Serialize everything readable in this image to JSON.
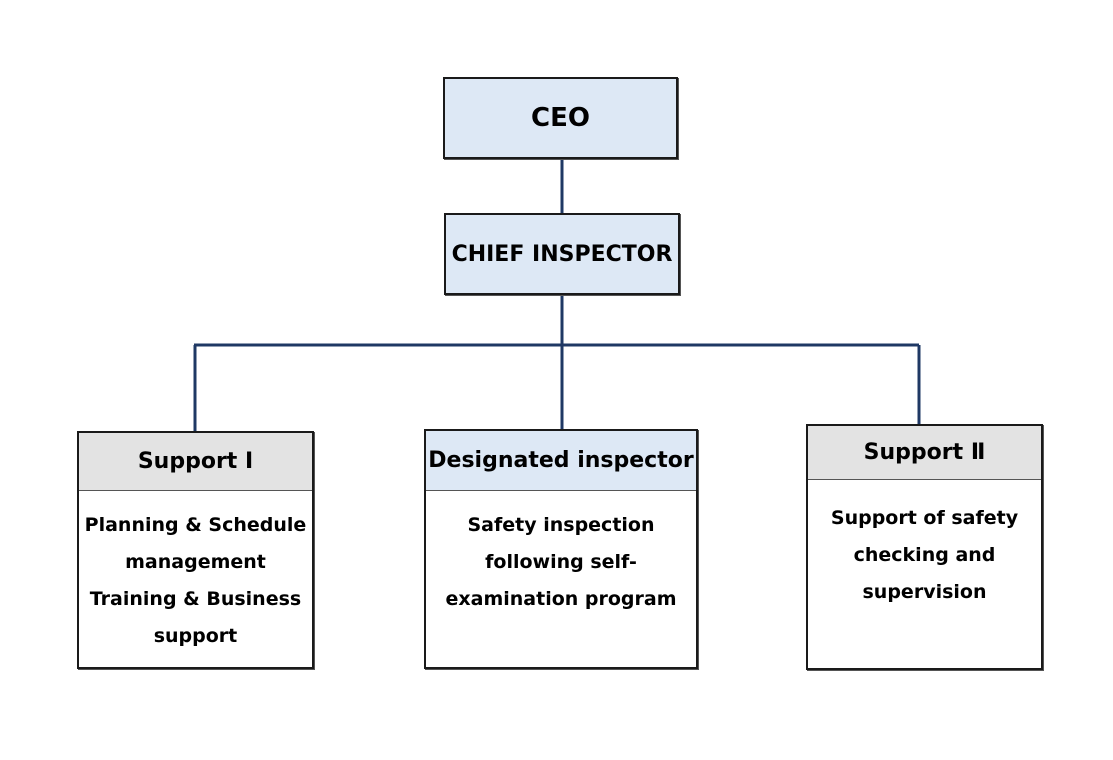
{
  "chart": {
    "ceo": "CEO",
    "chief": "CHIEF INSPECTOR",
    "support1": {
      "title": "Support Ⅰ",
      "lines": [
        "Planning & Schedule",
        "management",
        "Training & Business",
        "support"
      ]
    },
    "designated": {
      "title": "Designated inspector",
      "lines": [
        "Safety inspection",
        "following self-",
        "examination program"
      ]
    },
    "support2": {
      "title": "Support Ⅱ",
      "lines": [
        "Support of safety",
        "checking and",
        "supervision"
      ]
    }
  },
  "colors": {
    "connector": "#1f3864",
    "blue_fill": "#dde8f5",
    "gray_fill": "#e3e3e3",
    "border": "#1a1a1a"
  }
}
